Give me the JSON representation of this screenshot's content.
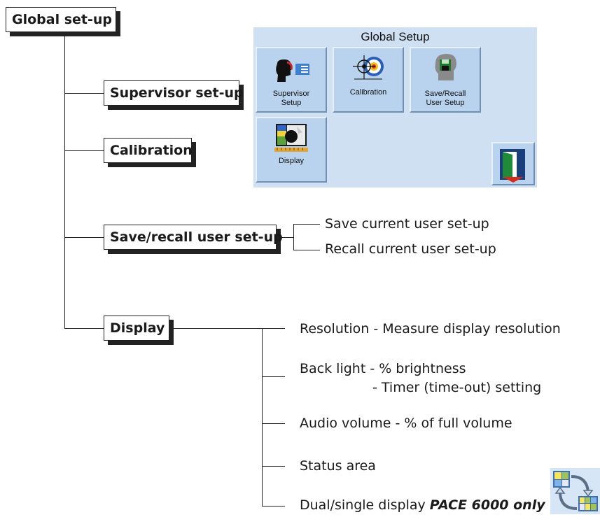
{
  "tree": {
    "root": "Global set-up",
    "nodes": {
      "supervisor": "Supervisor set-up",
      "calibration": "Calibration",
      "save_recall": "Save/recall user set-up",
      "display": "Display"
    },
    "save_recall_items": [
      "Save current user set-up",
      "Recall current user set-up"
    ],
    "display_items": {
      "resolution": "Resolution - Measure display resolution",
      "backlight_1": "Back light  - % brightness",
      "backlight_2": "- Timer (time-out) setting",
      "audio": "Audio volume  -  % of full volume",
      "status": "Status area",
      "dual_prefix": "Dual/single display",
      "dual_suffix": "PACE 6000 only"
    }
  },
  "screen": {
    "title": "Global Setup",
    "tiles": {
      "supervisor_1": "Supervisor",
      "supervisor_2": "Setup",
      "calibration": "Calibration",
      "save_recall_1": "Save/Recall",
      "save_recall_2": "User Setup",
      "display": "Display"
    },
    "icons": [
      "supervisor-head-icon",
      "calibration-target-icon",
      "save-recall-head-icon",
      "display-monitor-icon",
      "exit-door-icon",
      "display-swap-icon"
    ]
  },
  "colors": {
    "panel_bg": "#cfe0f3",
    "tile_bg": "#b9d3ee",
    "line": "#222222"
  }
}
